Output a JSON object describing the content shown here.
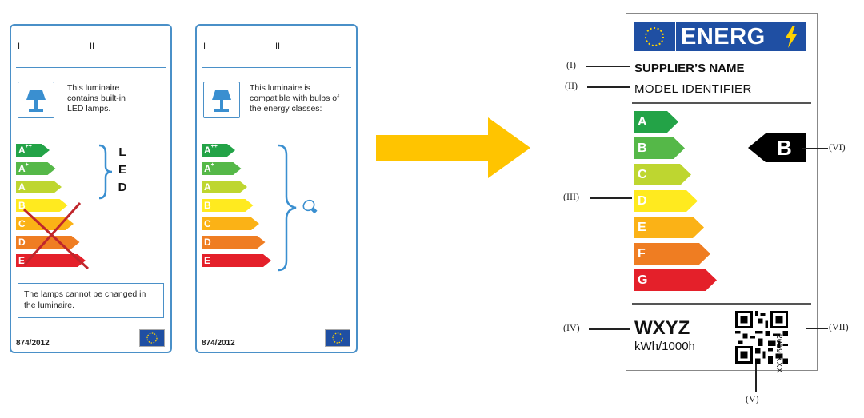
{
  "old_label_1": {
    "num_i": "I",
    "num_ii": "II",
    "text": "This luminaire contains built-in LED lamps.",
    "classes": [
      "A++",
      "A+",
      "A",
      "B",
      "C",
      "D",
      "E"
    ],
    "led_letters": [
      "L",
      "E",
      "D"
    ],
    "note": "The lamps cannot be changed in the luminaire.",
    "regulation": "874/2012"
  },
  "old_label_2": {
    "num_i": "I",
    "num_ii": "II",
    "text": "This luminaire is compatible with bulbs of the energy classes:",
    "classes": [
      "A++",
      "A+",
      "A",
      "B",
      "C",
      "D",
      "E"
    ],
    "regulation": "874/2012"
  },
  "new_label": {
    "brand": "ENERG",
    "supplier": "SUPPLIER’S NAME",
    "model": "MODEL IDENTIFIER",
    "classes": [
      "A",
      "B",
      "C",
      "D",
      "E",
      "F",
      "G"
    ],
    "class_colors": [
      "#23a347",
      "#55b848",
      "#bed630",
      "#ffea1f",
      "#fbb216",
      "#ef7d22",
      "#e4202a"
    ],
    "rating": "B",
    "consumption": "WXYZ",
    "unit": "kWh/1000h",
    "regulation": "2019/XXX",
    "callouts": [
      "(I)",
      "(II)",
      "(III)",
      "(IV)",
      "(V)",
      "(VI)",
      "(VII)"
    ]
  },
  "colors": {
    "card_border": "#4a90c8",
    "arrow": "#ffc400",
    "eu_blue": "#1f4fa3"
  }
}
